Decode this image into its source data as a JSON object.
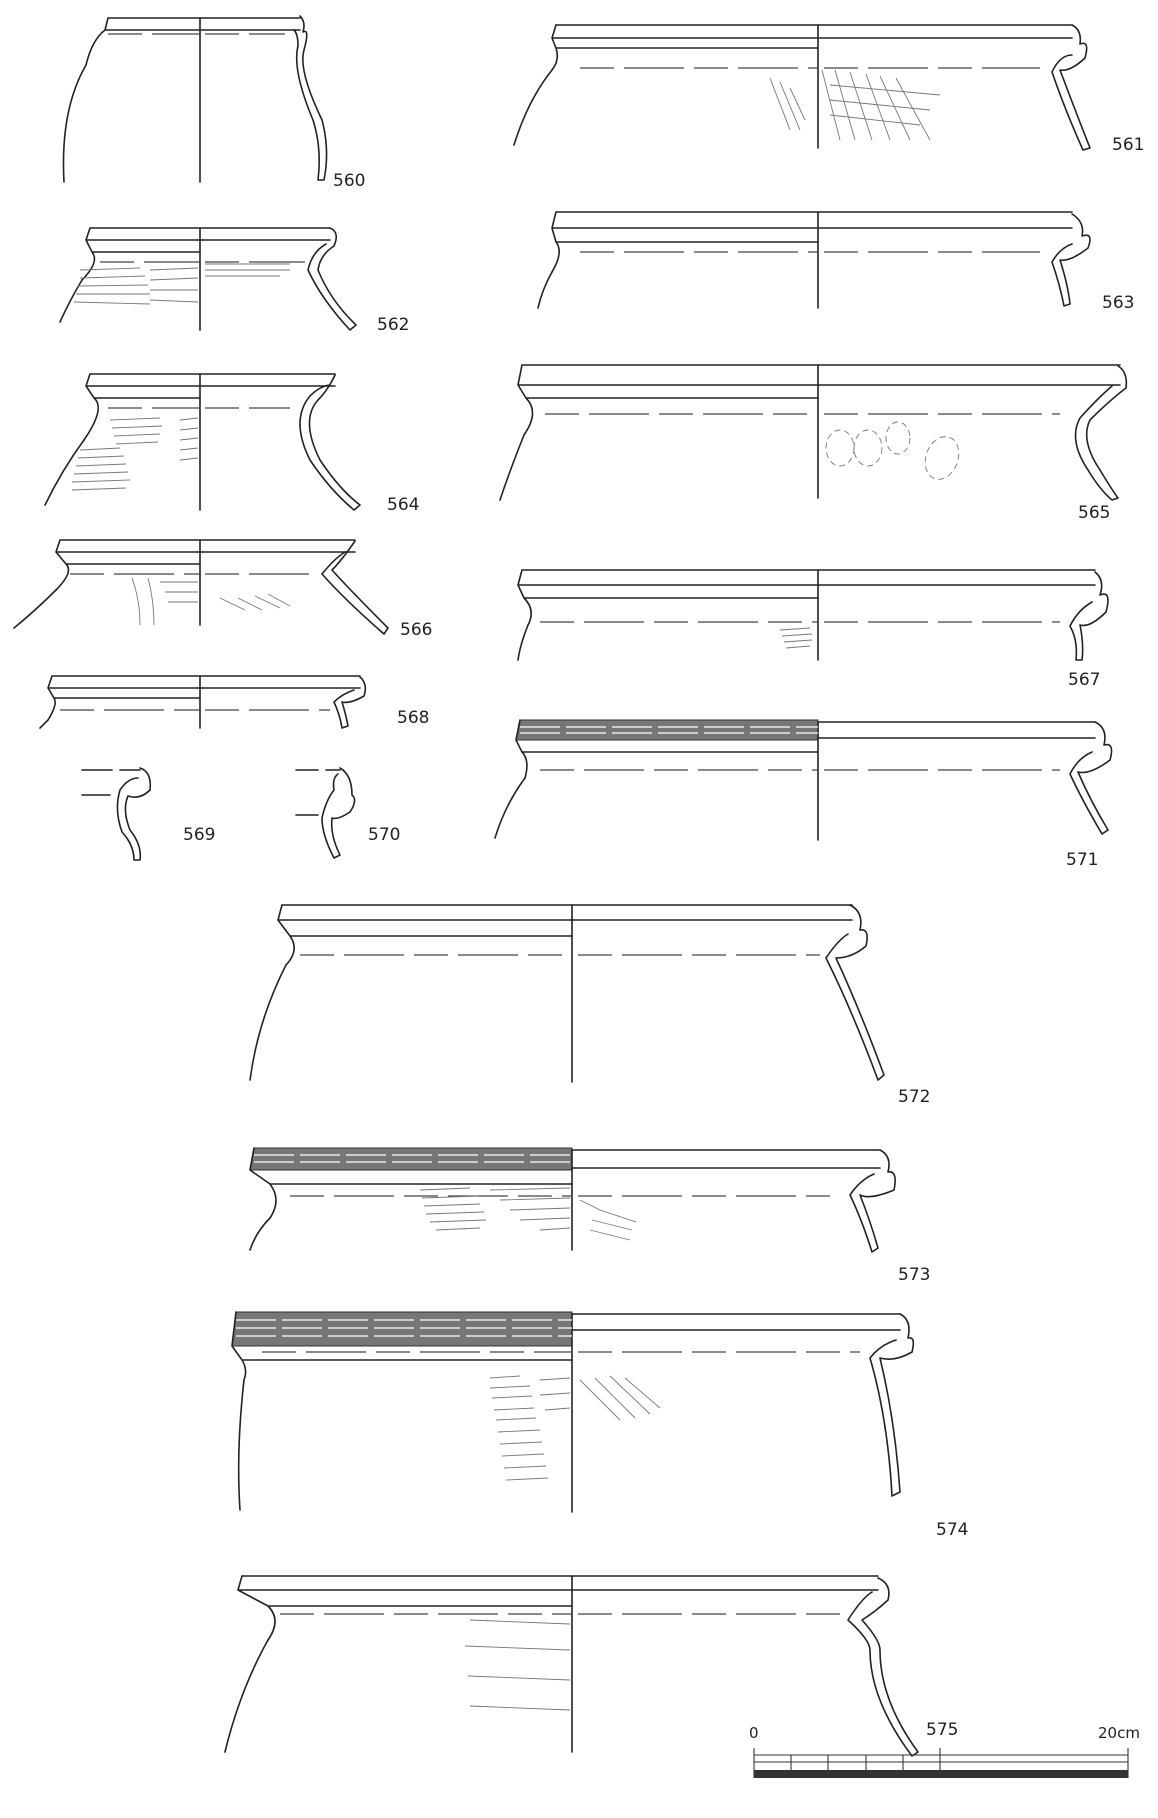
{
  "figure_labels": [
    "560",
    "561",
    "562",
    "563",
    "564",
    "565",
    "566",
    "567",
    "568",
    "569",
    "570",
    "571",
    "572",
    "573",
    "574",
    "575"
  ],
  "scale": {
    "start": "0",
    "end": "20cm"
  }
}
